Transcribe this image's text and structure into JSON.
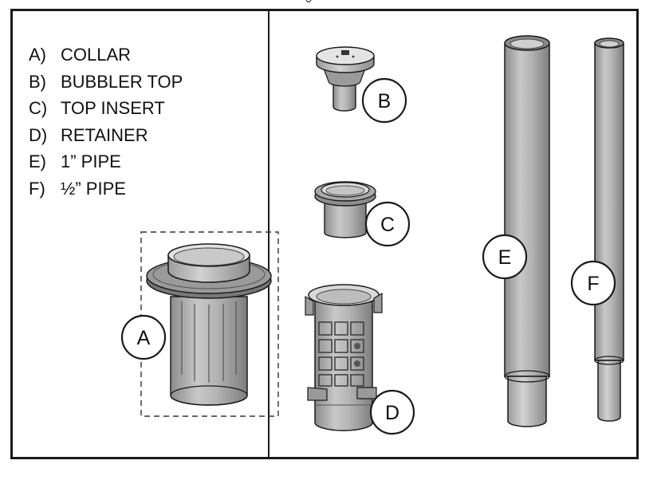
{
  "legend": [
    {
      "key": "A)",
      "label": "COLLAR"
    },
    {
      "key": "B)",
      "label": "BUBBLER TOP"
    },
    {
      "key": "C)",
      "label": "TOP INSERT"
    },
    {
      "key": "D)",
      "label": "RETAINER"
    },
    {
      "key": "E)",
      "label": "1” PIPE"
    },
    {
      "key": "F)",
      "label": "½” PIPE"
    }
  ],
  "callouts": {
    "a": "A",
    "b": "B",
    "c": "C",
    "d": "D",
    "e": "E",
    "f": "F"
  },
  "colors": {
    "part_fill": "#b7b7b7",
    "part_shade": "#8f8f8f",
    "part_highlight": "#d6d6d6",
    "outline": "#1a1a1a"
  }
}
